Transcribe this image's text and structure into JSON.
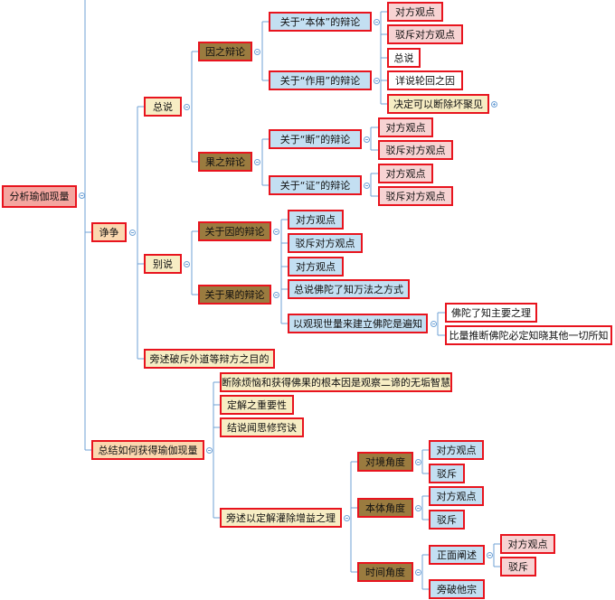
{
  "nodes": {
    "root": "分析瑜伽现量",
    "zhengzheng": "诤争",
    "zongshuo": "总说",
    "yinzhi": "因之辩论",
    "benti": "关于“本体”的辩论",
    "benti_duifang": "对方观点",
    "benti_bochi": "驳斥对方观点",
    "zuoyong": "关于“作用”的辩论",
    "zuoyong_zongshuo": "总说",
    "zuoyong_lunhui": "详说轮回之因",
    "zuoyong_jueding": "决定可以断除坏聚见",
    "guozhi": "果之辩论",
    "duan": "关于“断”的辩论",
    "duan_duifang": "对方观点",
    "duan_bochi": "驳斥对方观点",
    "zheng": "关于“证”的辩论",
    "zheng_duifang": "对方观点",
    "zheng_bochi": "驳斥对方观点",
    "bieshuo": "别说",
    "yin_bianlun": "关于因的辩论",
    "yin_duifang": "对方观点",
    "yin_bochi": "驳斥对方观点",
    "guo_bianlun": "关于果的辩论",
    "guo_duifang": "对方观点",
    "guo_zongshuo": "总说佛陀了知万法之方式",
    "guo_yi": "以观现世量来建立佛陀是遍知",
    "guo_yi_1": "佛陀了知主要之理",
    "guo_yi_2": "比量推断佛陀必定知晓其他一切所知",
    "pangshu": "旁述破斥外道等辩方之目的",
    "zongjie": "总结如何获得瑜伽现量",
    "duanchu": "断除烦恼和获得佛果的根本因是观察二谛的无垢智慧",
    "dingjie": "定解之重要性",
    "jieshuo": "结说闻思修窍诀",
    "pangshu2": "旁述以定解灌除增益之理",
    "duijing": "对境角度",
    "duijing_duifang": "对方观点",
    "duijing_bochi": "驳斥",
    "benti2": "本体角度",
    "benti2_duifang": "对方观点",
    "benti2_bochi": "驳斥",
    "shijian": "时间角度",
    "zhengmian": "正面阐述",
    "zhengmian_duifang": "对方观点",
    "zhengmian_bochi": "驳斥",
    "pangpo": "旁破他宗"
  },
  "colors": {
    "border": "#e8141e",
    "connector": "#6fa2d6",
    "root_fill": "#f4a6a0",
    "level1_fill": "#fbd8b0",
    "level2_fill": "#f7edc4",
    "level3_fill": "#9a7b3f",
    "level4_fill": "#c3dff2",
    "leaf_fill": "#f7d3d3"
  },
  "icons": {
    "collapse": "collapse-toggle-icon",
    "expand": "expand-toggle-icon"
  }
}
